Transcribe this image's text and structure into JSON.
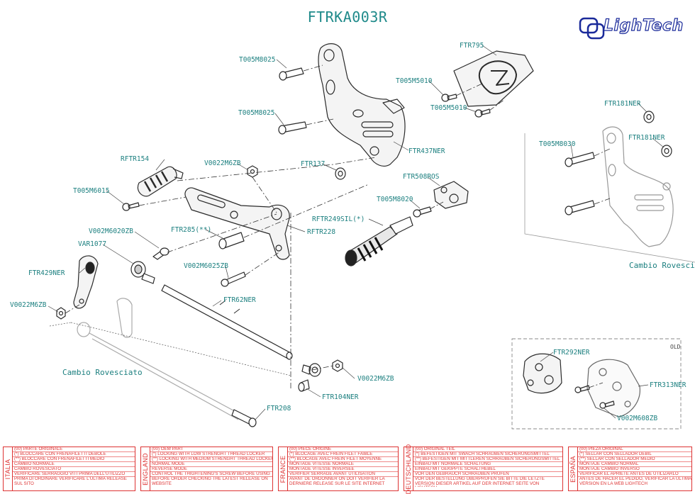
{
  "title": "FTRKA003R",
  "logo_text": "LighTech",
  "captions": {
    "left": "Cambio Rovesciato",
    "right": "Cambio Rovesciato",
    "old": "OLD"
  },
  "callouts": {
    "t005m8025_a": "T005M8025",
    "t005m8025_b": "T005M8025",
    "ftr795": "FTR795",
    "t005m5010_a": "T005M5010",
    "t005m5010_b": "T005M5010",
    "ftr181ner_a": "FTR181NER",
    "ftr181ner_b": "FTR181NER",
    "t005m8030": "T005M8030",
    "ftr437ner": "FTR437NER",
    "rftr154": "RFTR154",
    "v0022m6zb_a": "V0022M6ZB",
    "ftr137": "FTR137",
    "ftr508ros": "FTR508ROS",
    "t005m6015": "T005M6015",
    "t005m8020": "T005M8020",
    "ftr285": "FTR285(**)",
    "rftr228": "RFTR228",
    "rftr249sil": "RFTR249SIL(*)",
    "v002m6020zb": "V002M6020ZB",
    "var1077": "VAR1077",
    "ftr429ner": "FTR429NER",
    "v002m6025zb": "V002M6025ZB",
    "v0022m6zb_b": "V0022M6ZB",
    "ftr62ner": "FTR62NER",
    "v0022m6zb_c": "V0022M6ZB",
    "ftr104ner": "FTR104NER",
    "ftr208": "FTR208",
    "ftr292ner": "FTR292NER",
    "ftr313ner": "FTR313NER",
    "v002m608zb": "V002M608ZB"
  },
  "legend": [
    {
      "country": "ITALIA",
      "lines": [
        "(00) PARTE ORIGINALE",
        "(*)   BLOCCARE CON FRENAFILETTI DEBOLE",
        "(**)  BLOCCARE CON FRENAFILETTI MEDIO",
        "CAMBIO NORMALE",
        "CAMBIO ROVESCIATO",
        "VERIFICARE SERRAGGIO VITI PRIMA DELL'UTILIZZO",
        "PRIMA DI ORDINARE VERIFICARE L'ULTIMA RELEASE SUL SITO"
      ]
    },
    {
      "country": "ENGLAND",
      "lines": [
        "(00) OEM PART",
        "(*)   LOCKING WITH LOW STRENGHT THREAD LOCKER",
        "(**)  LOCKING WITH MEDIUM STRENGHT THREAD LOCKER",
        "NORMAL MODE",
        "REVERSE MODE",
        "CONTROL THE THIGHTENING'S SCREW BEFORE USING",
        "BEFORE ORDER CHECKING THE LATEST RELEASE ON WEBSITE"
      ]
    },
    {
      "country": "FRANCE",
      "lines": [
        "(00) PIECE ORIGINE",
        "(*)   BLOCAGE AVEC FREIN FILET FAIBLE",
        "(**)  BLOCAGE AVEC FREIN FILET MOYENNE",
        "MONTAGE VITESSE NORMALE",
        "MONTAGE VITESSE INVERSEE",
        "VERIFIER SERRAGE AVANT UTILISATION",
        "AVANT DE ORDONNER ON DOIT VERIFIER LA DERNIERE RELEASE SUR LE SITE INTERNET"
      ]
    },
    {
      "country": "DEUTSCHLAND",
      "lines": [
        "(00) ORIGINAL TEIL",
        "(*)   BEFESTIGEN MIT SWACH SCHRAUBEN SICHERUNGSMITTEL",
        "(**)  BEFESTIGEN MIT MITTLEREN SCHRAUBEN SICHERUNGSMITTEL",
        "EINBAU MIT NORMALE SCHALTUNG",
        "EINBAU MIT GEKIPPTE SCHALTHEBEL",
        "VOR DEN GEBRAUCH SCHRAUBEN PRÜFEN",
        "VOR DER BESTELLUNG ÜBERPRÜFEN SIE BITTE DIE LETZTE VERSION DIESER ARTIKEL AUF DER INTERNET SEITE VON LIGHTECH"
      ]
    },
    {
      "country": "ESPAÑA",
      "lines": [
        "(00) PIEZA ORIGINAL",
        "(*)   SELLAR CON SELLADOR DEBIL",
        "(**)  SELLAR CON SELLADOR MEDIO",
        "MONTAJE CAMBIO NORMAL",
        "MONTAJE CAMBIO INVERSO",
        "VERIFICAR EL APRIETE ANTES DE UTILIZARLO",
        "ANTES DE HACER EL PEDIDO, VERIFICAR LA ULTIMA VERSION EN LA WEB LIGHTECH"
      ]
    }
  ],
  "colors": {
    "label": "#1d8080",
    "line": "#333333",
    "legend": "#dd3333",
    "logo": "#1a2a9a"
  }
}
